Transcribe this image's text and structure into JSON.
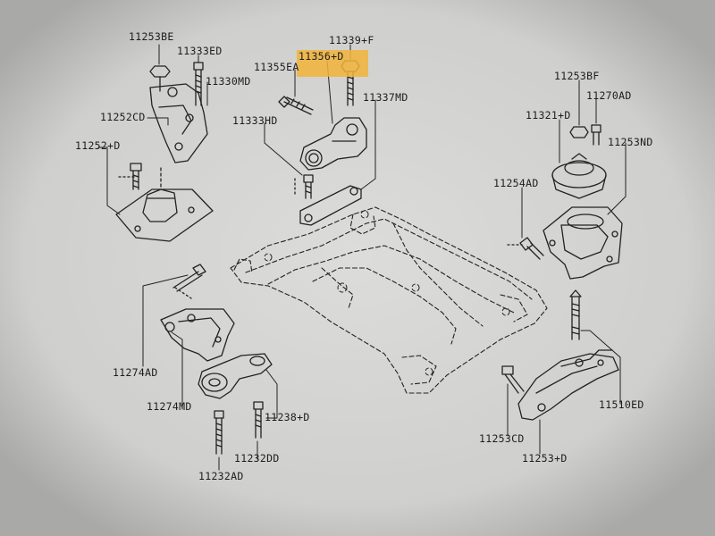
{
  "diagram": {
    "labels": {
      "p11253BE": "11253BE",
      "p11333ED": "11333ED",
      "p11330MD": "11330MD",
      "p11252CD": "11252CD",
      "p11252D": "11252+D",
      "p11339F": "11339+F",
      "p11356D": "11356+D",
      "p11355EA": "11355EA",
      "p11337MD": "11337MD",
      "p11333HD": "11333HD",
      "p11253BF": "11253BF",
      "p11270AD": "11270AD",
      "p11321D": "11321+D",
      "p11253ND": "11253ND",
      "p11254AD": "11254AD",
      "p11274AD": "11274AD",
      "p11274MD": "11274MD",
      "p11238D": "11238+D",
      "p11232DD": "11232DD",
      "p11232AD": "11232AD",
      "p11253CD": "11253CD",
      "p11253D": "11253+D",
      "p11510ED": "11510ED"
    },
    "highlight_color": "#f2b43a",
    "icons": [
      "mount-bracket",
      "bolt",
      "nut",
      "crossmember",
      "torque-rod",
      "insulator"
    ]
  }
}
